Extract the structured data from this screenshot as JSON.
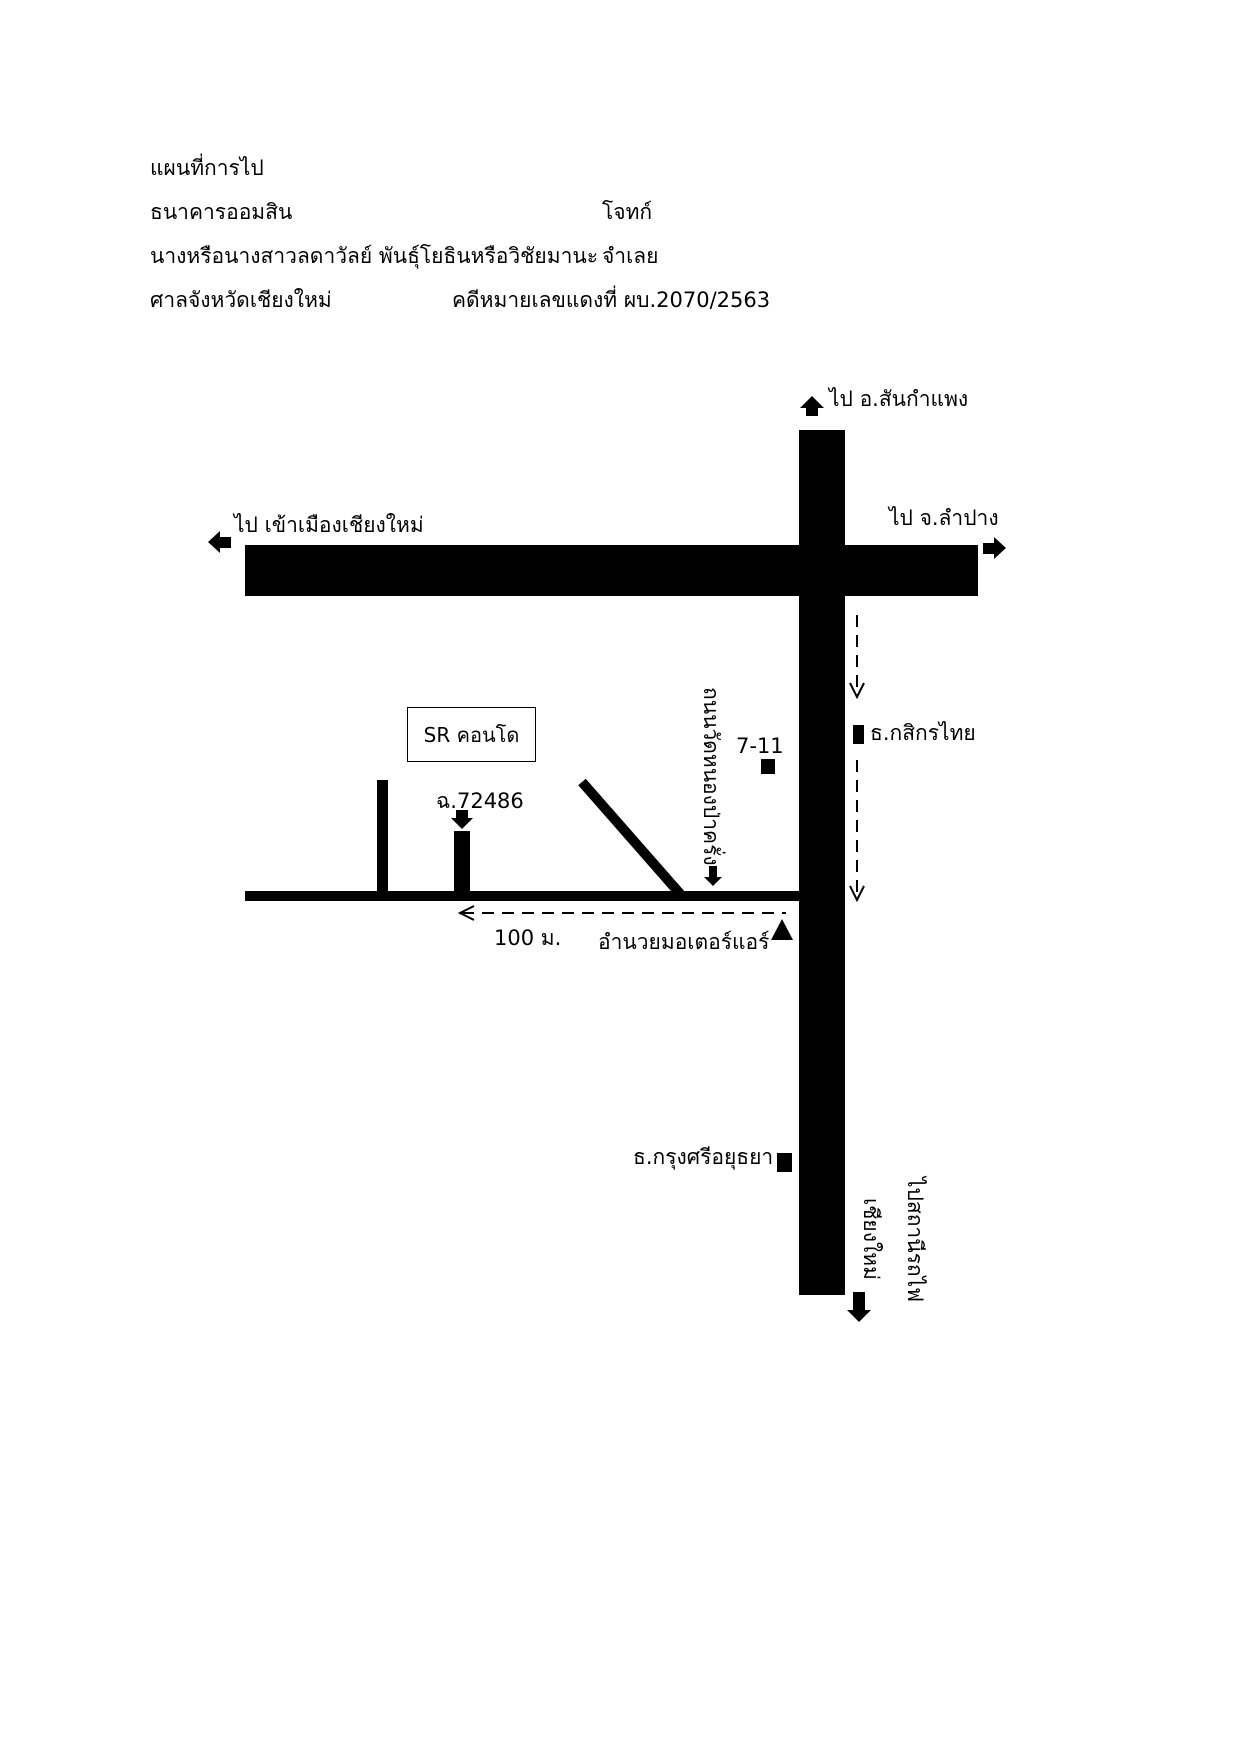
{
  "header": {
    "title": "แผนที่การไป",
    "plaintiff": "ธนาคารออมสิน",
    "plaintiff_role": "โจทก์",
    "defendant": "นางหรือนางสาวลดาวัลย์ พันธุ์โยธินหรือวิชัยมานะ",
    "defendant_role": "จำเลย",
    "court": "ศาลจังหวัดเชียงใหม่",
    "case_number": "คดีหมายเลขแดงที่ ผบ.2070/2563"
  },
  "map": {
    "to_san_kamphaeng": "ไป อ.สันกำแพง",
    "to_chiang_mai_city": "ไป เข้าเมืองเชียงใหม่",
    "to_lampang": "ไป จ.ลำปาง",
    "kasikorn_bank": "ธ.กสิกรไทย",
    "seven_eleven": "7-11",
    "sr_condo": "SR คอนโด",
    "house_number": "ฉ.72486",
    "soi_name": "ถนนวัดหนองป่าครั่ง",
    "distance": "100 ม.",
    "amnuay_motor_air": "อำนวยมอเตอร์แอร์",
    "krungsri_bank": "ธ.กรุงศรีอยุธยา",
    "to_chiang_mai_station_line1": "ไปสถานีรถไฟ",
    "to_chiang_mai_station_line2": "เชียงใหม่"
  },
  "colors": {
    "ink": "#000000",
    "paper": "#ffffff"
  },
  "icons": [
    "arrow-up-icon",
    "arrow-left-icon",
    "arrow-right-icon",
    "arrow-down-icon",
    "triangle-landmark-icon",
    "square-landmark-icon"
  ]
}
